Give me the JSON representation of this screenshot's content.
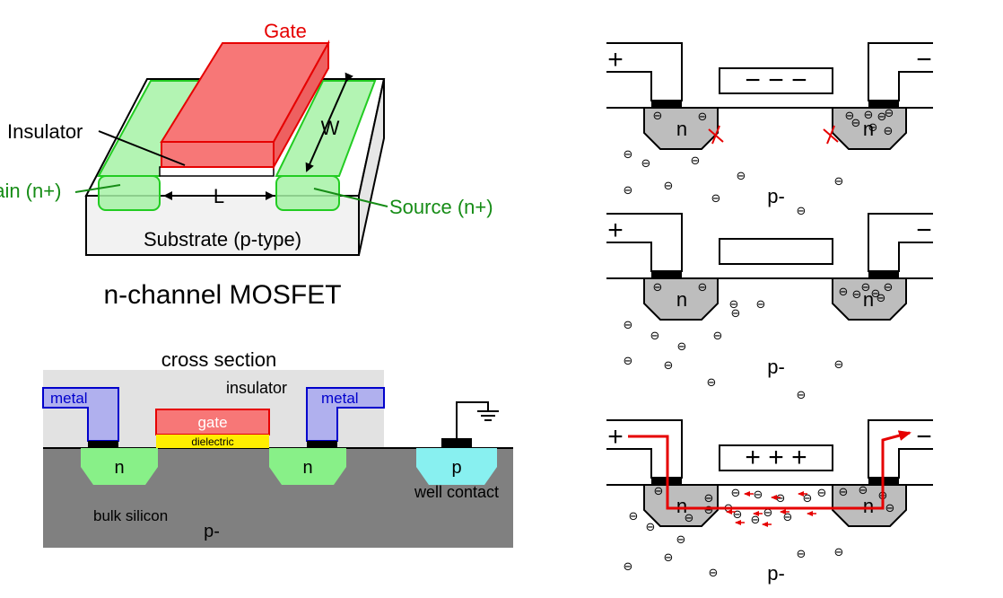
{
  "mosfet_3d": {
    "gate_label": "Gate",
    "insulator_label": "Insulator",
    "width_label": "W",
    "length_label": "L",
    "drain_label": "Drain (n+)",
    "source_label": "Source (n+)",
    "substrate_label": "Substrate (p-type)",
    "caption": "n-channel MOSFET",
    "colors": {
      "gate": "#f77777",
      "gate_stroke": "#e60000",
      "diffusion": "#a6f2a6",
      "diffusion_stroke": "#22cc22",
      "label_green": "#168c16"
    }
  },
  "cross_section": {
    "title": "cross section",
    "insulator_label": "insulator",
    "metal_left_label": "metal",
    "metal_right_label": "metal",
    "gate_label": "gate",
    "dielectric_label": "dielectric",
    "n_left_label": "n",
    "n_right_label": "n",
    "p_label": "p",
    "well_contact_label": "well contact",
    "bulk_label": "bulk silicon",
    "p_minus_label": "p-",
    "ground_icon": "ground-icon",
    "colors": {
      "metal": "#b0b0ee",
      "metal_stroke": "#0000cc",
      "gate": "#f77777",
      "dielectric": "#ffee00",
      "n_region": "#88f088",
      "p_region": "#88f0f0",
      "bulk": "#808080",
      "insulator": "#e2e2e2"
    }
  },
  "states": [
    {
      "left_terminal": "+",
      "right_terminal": "−",
      "gate_charge": "− − −",
      "n_left": "n",
      "n_right": "n",
      "substrate": "p-",
      "carrier_symbol": "⊖",
      "has_channel": false
    },
    {
      "left_terminal": "+",
      "right_terminal": "−",
      "gate_charge": "",
      "n_left": "n",
      "n_right": "n",
      "substrate": "p-",
      "carrier_symbol": "⊖",
      "has_channel": false
    },
    {
      "left_terminal": "+",
      "right_terminal": "−",
      "gate_charge": "+ + +",
      "n_left": "n",
      "n_right": "n",
      "substrate": "p-",
      "carrier_symbol": "⊖",
      "has_channel": true
    }
  ]
}
